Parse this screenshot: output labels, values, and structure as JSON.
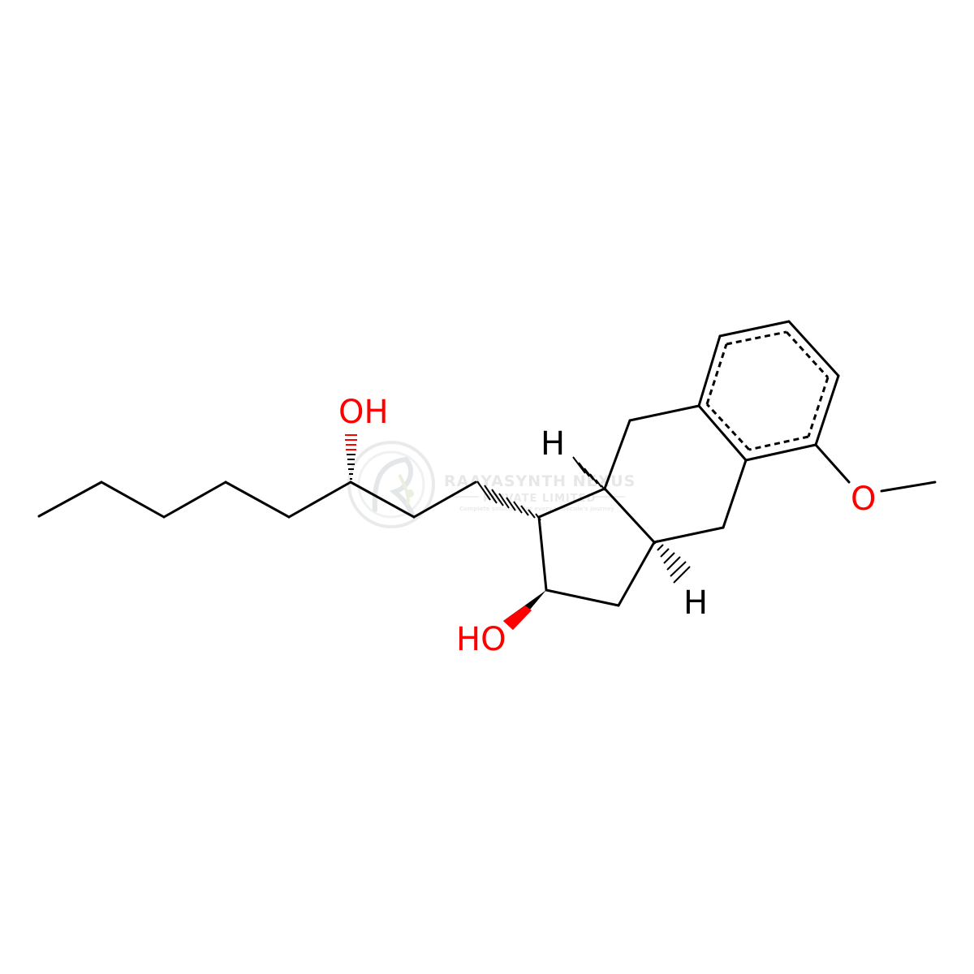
{
  "colors": {
    "bond": "#000000",
    "oxygen": "#ff0000",
    "hydrogen": "#000000",
    "watermark": "#dfe2e5"
  },
  "atoms": {
    "hydroxyl_top": "OH",
    "hydroxyl_bottom": "HO",
    "methoxy_oxygen": "O",
    "stereo_h_upper": "H",
    "stereo_h_lower": "H"
  },
  "watermark": {
    "logo": "rs-leaf-logo",
    "company_line_1": "RAAYASYNTH NEXUS",
    "company_line_2": "PRIVATE LIMITED",
    "tagline": "Complete solutions for every molecule's journey"
  }
}
